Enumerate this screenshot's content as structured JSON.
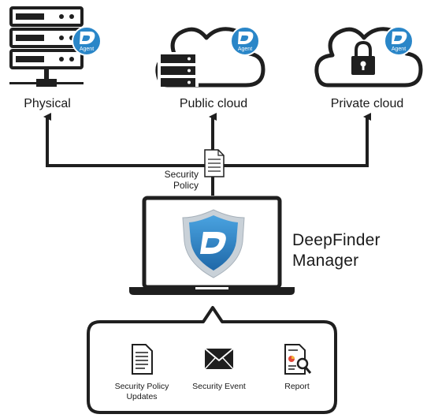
{
  "nodes": {
    "physical": {
      "label": "Physical",
      "agent_badge": "Agent"
    },
    "public_cloud": {
      "label": "Public cloud",
      "agent_badge": "Agent"
    },
    "private_cloud": {
      "label": "Private cloud",
      "agent_badge": "Agent"
    }
  },
  "policy": {
    "label_line1": "Security",
    "label_line2": "Policy"
  },
  "manager": {
    "title_line1": "DeepFinder",
    "title_line2": "Manager",
    "shield_letter": "D"
  },
  "functions": [
    {
      "label": "Security Policy Updates",
      "icon": "document-icon"
    },
    {
      "label": "Security Event",
      "icon": "envelope-icon"
    },
    {
      "label": "Report",
      "icon": "report-magnifier-icon"
    }
  ],
  "colors": {
    "line": "#1f1f1f",
    "agent_blue": "#2a86c8",
    "shield_blue": "#2f7fc0",
    "shield_silver": "#c9d1d8"
  }
}
